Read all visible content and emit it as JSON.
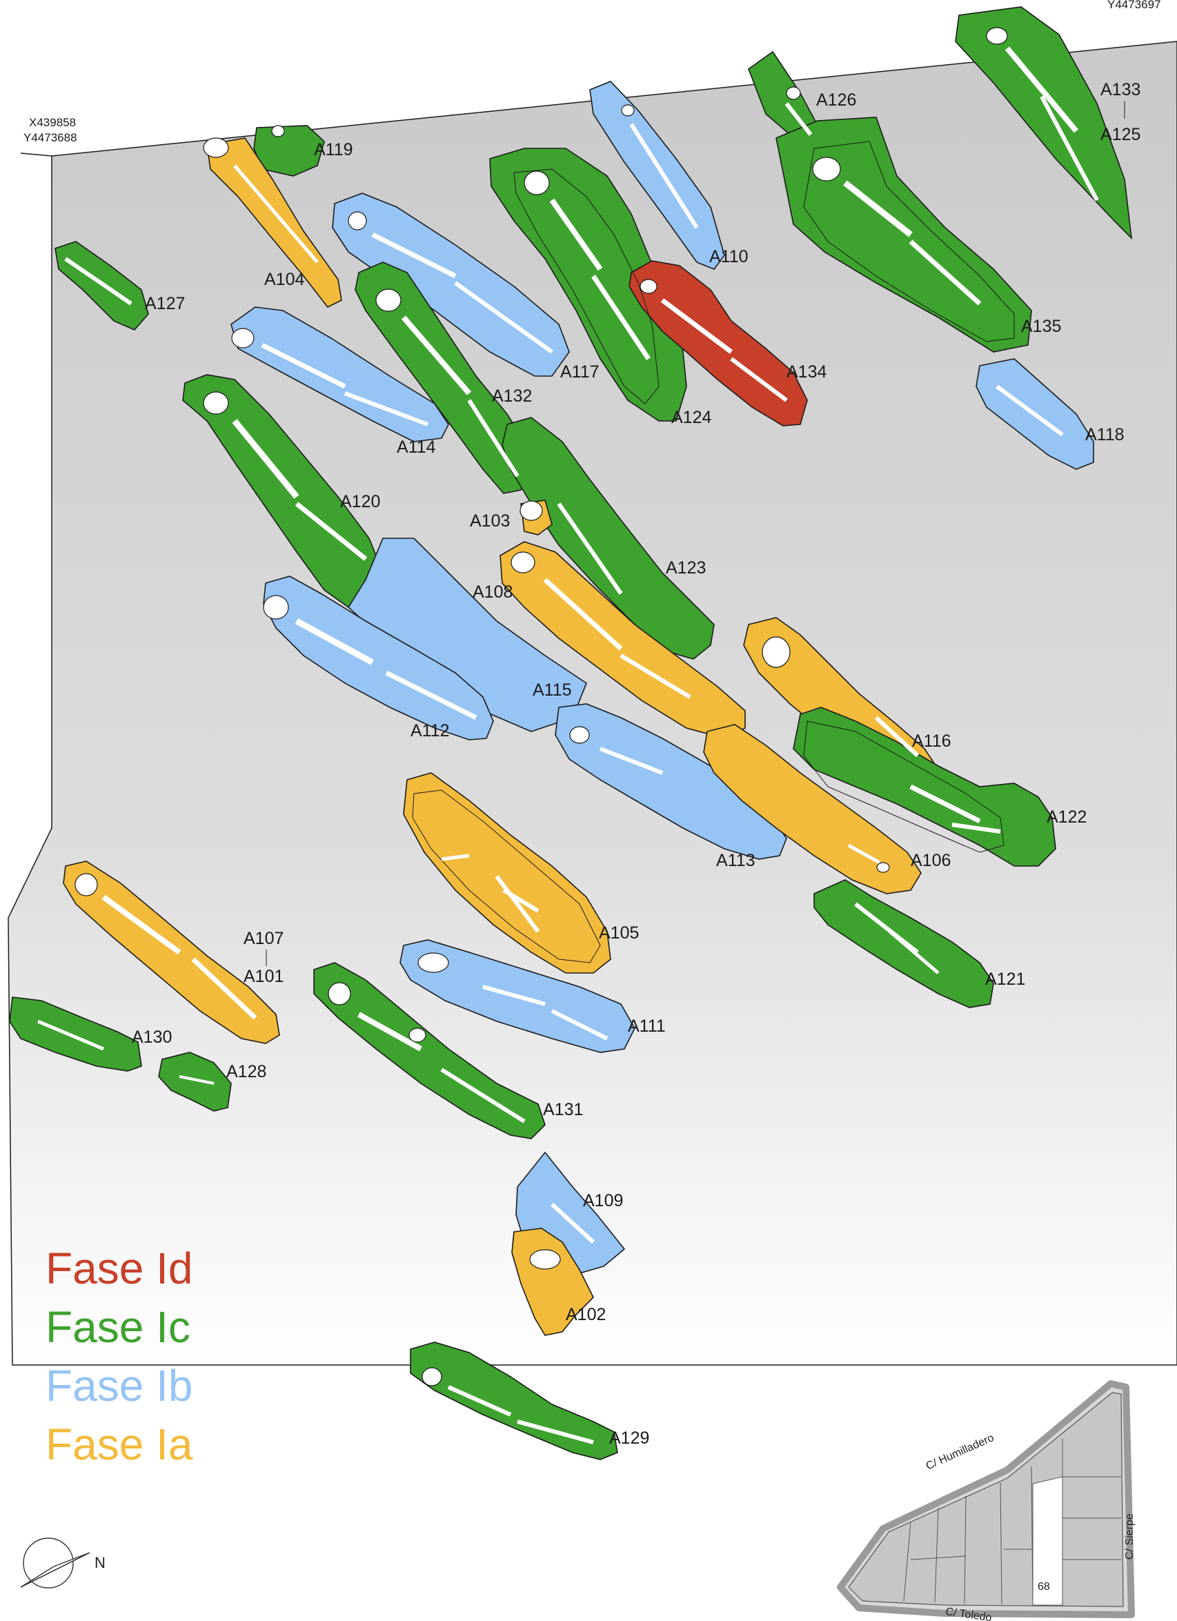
{
  "colors": {
    "fase_id": "#c8402a",
    "fase_ic": "#3ea22f",
    "fase_ib": "#96c4f5",
    "fase_ia": "#f3bb3c",
    "site_fill_top": "#c9c9c9",
    "site_fill_bottom": "#ffffff",
    "bone": "#ffffff",
    "outline": "#1a1a1a"
  },
  "coordinates": {
    "nw_x": "X439858",
    "nw_y": "Y4473688",
    "ne_y": "Y4473697"
  },
  "legend": [
    {
      "label": "Fase Id",
      "color": "#c8402a"
    },
    {
      "label": "Fase Ic",
      "color": "#3ea22f"
    },
    {
      "label": "Fase Ib",
      "color": "#96c4f5"
    },
    {
      "label": "Fase Ia",
      "color": "#f3bb3c"
    }
  ],
  "burials": [
    {
      "id": "A133",
      "phase": "Ic"
    },
    {
      "id": "A125",
      "phase": "Ic"
    },
    {
      "id": "A126",
      "phase": "Ic"
    },
    {
      "id": "A135",
      "phase": "Ic"
    },
    {
      "id": "A110",
      "phase": "Ib"
    },
    {
      "id": "A119",
      "phase": "Ic"
    },
    {
      "id": "A104",
      "phase": "Ia"
    },
    {
      "id": "A127",
      "phase": "Ic"
    },
    {
      "id": "A117",
      "phase": "Ib"
    },
    {
      "id": "A124",
      "phase": "Ic"
    },
    {
      "id": "A134",
      "phase": "Id"
    },
    {
      "id": "A118",
      "phase": "Ib"
    },
    {
      "id": "A132",
      "phase": "Ic"
    },
    {
      "id": "A114",
      "phase": "Ib"
    },
    {
      "id": "A120",
      "phase": "Ic"
    },
    {
      "id": "A103",
      "phase": "Ia"
    },
    {
      "id": "A123",
      "phase": "Ic"
    },
    {
      "id": "A108",
      "phase": "Ia"
    },
    {
      "id": "A115",
      "phase": "Ib"
    },
    {
      "id": "A112",
      "phase": "Ib"
    },
    {
      "id": "A116",
      "phase": "Ia"
    },
    {
      "id": "A122",
      "phase": "Ic"
    },
    {
      "id": "A113",
      "phase": "Ib"
    },
    {
      "id": "A106",
      "phase": "Ia"
    },
    {
      "id": "A105",
      "phase": "Ia"
    },
    {
      "id": "A121",
      "phase": "Ic"
    },
    {
      "id": "A107",
      "phase": "Ia"
    },
    {
      "id": "A101",
      "phase": "Ia"
    },
    {
      "id": "A111",
      "phase": "Ib"
    },
    {
      "id": "A130",
      "phase": "Ic"
    },
    {
      "id": "A128",
      "phase": "Ic"
    },
    {
      "id": "A131",
      "phase": "Ic"
    },
    {
      "id": "A109",
      "phase": "Ib"
    },
    {
      "id": "A102",
      "phase": "Ia"
    },
    {
      "id": "A129",
      "phase": "Ic"
    }
  ],
  "location_map": {
    "streets": [
      "C/ Humilladero",
      "C/ Sierpe",
      "C/ Toledo"
    ],
    "plot_number": "68"
  },
  "north_label": "N"
}
